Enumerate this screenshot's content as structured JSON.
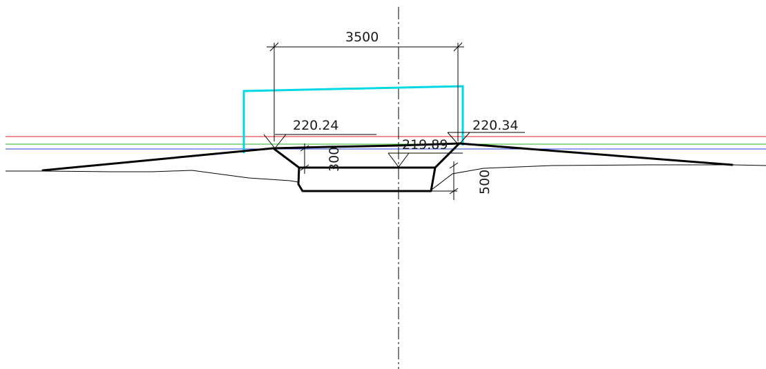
{
  "dimensions": {
    "width_label": "3500",
    "left_elevation": "220.24",
    "right_elevation": "220.34",
    "center_elevation": "219.89",
    "depth_small": "300",
    "depth_large": "500"
  },
  "colors": {
    "red_line": "#e02020",
    "green_line": "#20b020",
    "blue_line": "#2040e0",
    "cyan_outline": "#00d8e6",
    "ink": "#000000"
  }
}
